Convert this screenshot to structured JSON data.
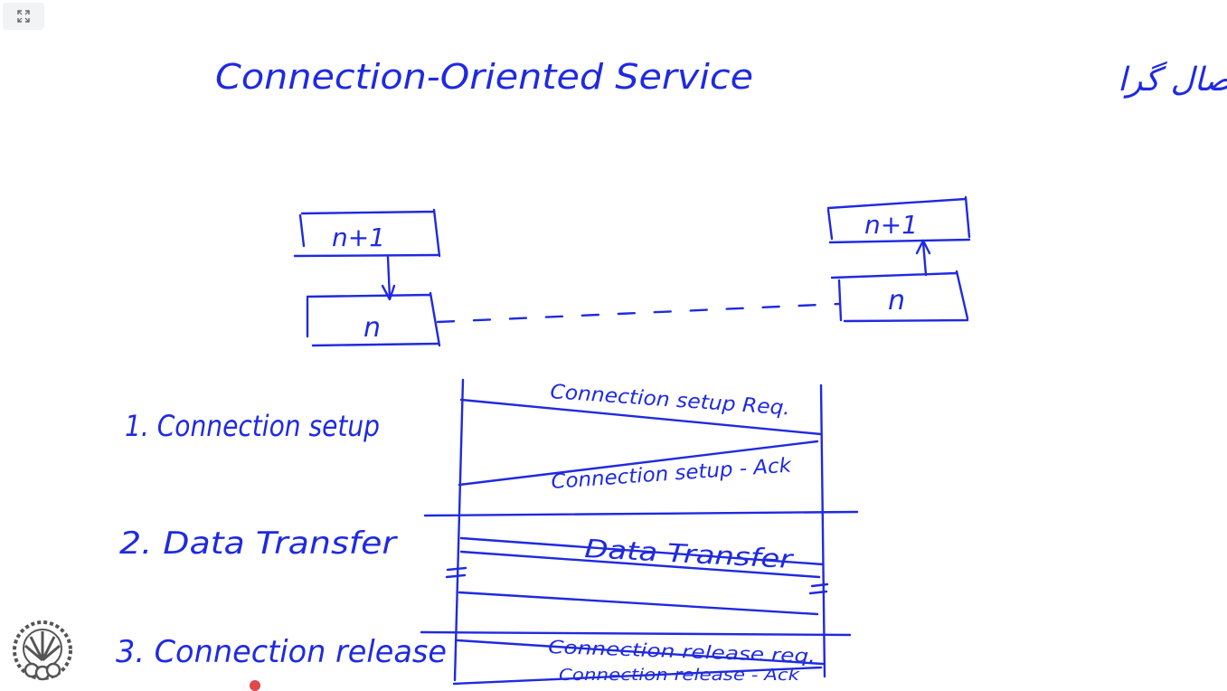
{
  "colors": {
    "ink": "#1f2ae0",
    "pointer": "#e2474b",
    "button_bg": "#f1f3f4"
  },
  "toolbar": {
    "expand_icon": "expand-icon"
  },
  "slide": {
    "title": "Connection-Oriented Service",
    "title_fa": "سرویس اتصال گرا",
    "layers": {
      "left_top": "n+1",
      "left_bottom": "n",
      "right_top": "n+1",
      "right_bottom": "n"
    },
    "phases": [
      {
        "label": "1. Connection setup"
      },
      {
        "label": "2. Data Transfer"
      },
      {
        "label": "3. Connection release"
      }
    ],
    "messages": {
      "setup_req": "Connection setup Req.",
      "setup_ack": "Connection setup - Ack",
      "data_transfer": "Data Transfer",
      "release_req": "Connection release req.",
      "release_ack": "Connection release - Ack"
    }
  },
  "logo": {
    "icon": "university-logo-icon"
  }
}
